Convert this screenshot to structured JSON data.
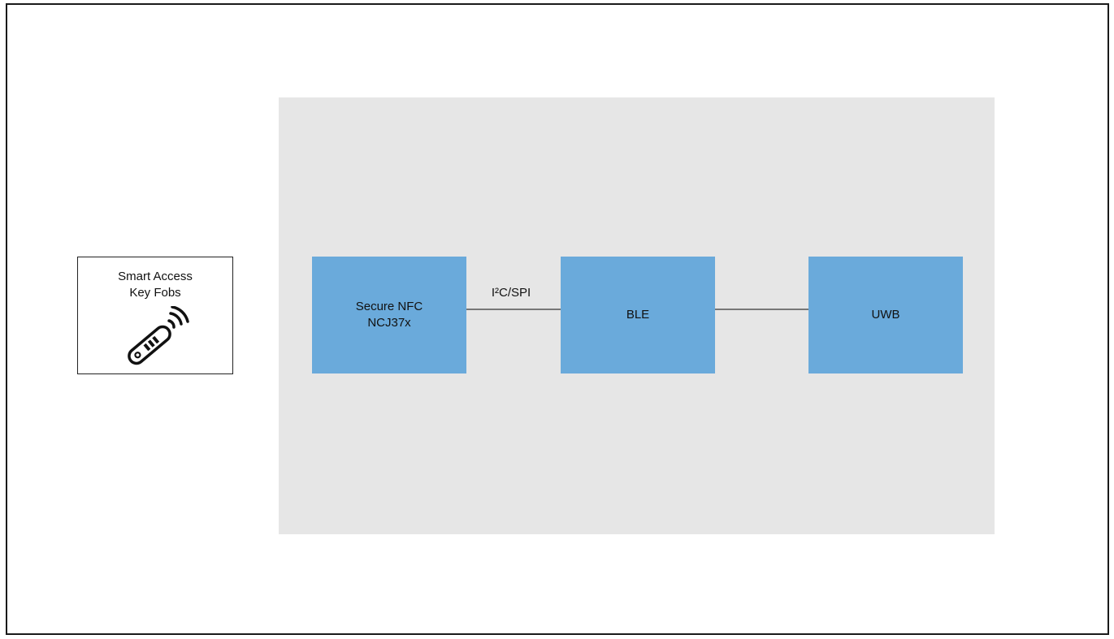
{
  "diagram": {
    "fob": {
      "title_line1": "Smart Access",
      "title_line2": "Key Fobs",
      "icon": "key-fob-remote-icon"
    },
    "blocks": {
      "nfc_line1": "Secure NFC",
      "nfc_line2": "NCJ37x",
      "ble": "BLE",
      "uwb": "UWB"
    },
    "connectors": {
      "nfc_ble_label": "I²C/SPI"
    },
    "colors": {
      "block_fill": "#6aaadb",
      "panel_fill": "#e6e6e6",
      "connector": "#777777"
    }
  }
}
